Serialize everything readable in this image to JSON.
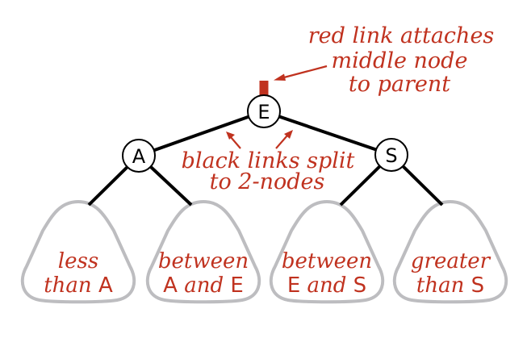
{
  "figure": {
    "title": "Red link and black links in a split 4-node",
    "colors": {
      "annotation": "#c0321f",
      "red_link": "#c0321f",
      "black_link": "#000000",
      "subtree_outline": "#bdbdc0",
      "node_outline": "#000000"
    }
  },
  "red_link": {
    "label": "red link",
    "attaches_to": "E"
  },
  "nodes": [
    {
      "key": "E",
      "role": "middle"
    },
    {
      "key": "A",
      "role": "left"
    },
    {
      "key": "S",
      "role": "right"
    }
  ],
  "links": [
    {
      "from": "E",
      "to": "A",
      "color": "black"
    },
    {
      "from": "E",
      "to": "S",
      "color": "black"
    },
    {
      "from": "A",
      "to": "subtree-1",
      "color": "black"
    },
    {
      "from": "A",
      "to": "subtree-2",
      "color": "black"
    },
    {
      "from": "S",
      "to": "subtree-3",
      "color": "black"
    },
    {
      "from": "S",
      "to": "subtree-4",
      "color": "black"
    }
  ],
  "annotations": {
    "red_link_note": {
      "lines": [
        "red link attaches",
        "middle node",
        "to parent"
      ]
    },
    "black_links_note": {
      "lines": [
        "black links split",
        "to 2-nodes"
      ]
    }
  },
  "subtrees": [
    {
      "line1": "less",
      "line2": [
        {
          "text": "than ",
          "style": "italic"
        },
        {
          "text": "A",
          "style": "upright"
        }
      ]
    },
    {
      "line1": "between",
      "line2": [
        {
          "text": "A",
          "style": "upright"
        },
        {
          "text": " and ",
          "style": "italic"
        },
        {
          "text": "E",
          "style": "upright"
        }
      ]
    },
    {
      "line1": "between",
      "line2": [
        {
          "text": "E",
          "style": "upright"
        },
        {
          "text": " and ",
          "style": "italic"
        },
        {
          "text": "S",
          "style": "upright"
        }
      ]
    },
    {
      "line1": "greater",
      "line2": [
        {
          "text": "than ",
          "style": "italic"
        },
        {
          "text": "S",
          "style": "upright"
        }
      ]
    }
  ]
}
